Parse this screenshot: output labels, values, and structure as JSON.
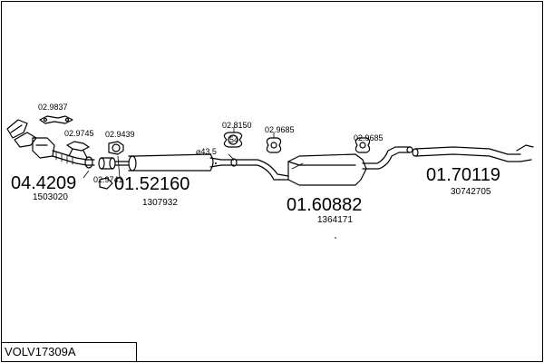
{
  "diagram": {
    "parts": [
      {
        "id": "p1",
        "number": "04.4209",
        "ref": "1503020"
      },
      {
        "id": "p2",
        "number": "01.52160",
        "ref": "1307932"
      },
      {
        "id": "p3",
        "number": "01.60882",
        "ref": "1364171"
      },
      {
        "id": "p4",
        "number": "01.70119",
        "ref": "30742705"
      }
    ],
    "accessories": [
      {
        "id": "a1",
        "label": "02.9837"
      },
      {
        "id": "a2",
        "label": "02.9745"
      },
      {
        "id": "a3",
        "label": "02.9439"
      },
      {
        "id": "a4",
        "label": "02.9741"
      },
      {
        "id": "a5",
        "label": "02.8150"
      },
      {
        "id": "a6",
        "label": "02.9685"
      },
      {
        "id": "a7",
        "label": "02.9685"
      }
    ],
    "diameter_label": "⌀43,5",
    "clamp_label": "54"
  },
  "footer": {
    "code": "VOLV17309A"
  }
}
